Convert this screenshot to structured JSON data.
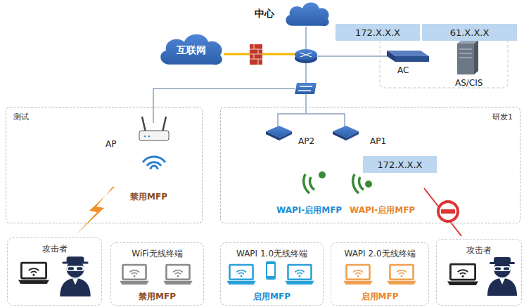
{
  "diagram": {
    "nodes": [
      {
        "text": [
          "中心"
        ]
      },
      {
        "text": [
          "172.X.X.X"
        ]
      },
      {
        "text": [
          "61.X.X.X"
        ]
      },
      {
        "text": [
          "互联网"
        ]
      },
      {
        "text": [
          "AC"
        ]
      },
      {
        "text": [
          "AS/CIS"
        ]
      },
      {
        "text": [
          "测试"
        ]
      },
      {
        "text": [
          "AP"
        ],
        "in": 6
      },
      {
        "text": [
          "研发1"
        ]
      },
      {
        "text": [
          "AP2"
        ],
        "in": 8
      },
      {
        "text": [
          "AP1"
        ],
        "in": 8
      },
      {
        "text": [
          "172.X.X.X"
        ],
        "in": 8
      },
      {
        "text": [
          "攻击者"
        ]
      },
      {
        "text": [
          "WiFi无线终端",
          "禁用MFP"
        ]
      },
      {
        "text": [
          "WAPI 1.0无线终端",
          "启用MFP"
        ]
      },
      {
        "text": [
          "WAPI 2.0无线终端",
          "启用MFP"
        ]
      },
      {
        "text": [
          "攻击者"
        ]
      }
    ],
    "labels": [
      "禁用MFP",
      "WAPI-启用MFP",
      "WAPI-启用MFP"
    ]
  }
}
